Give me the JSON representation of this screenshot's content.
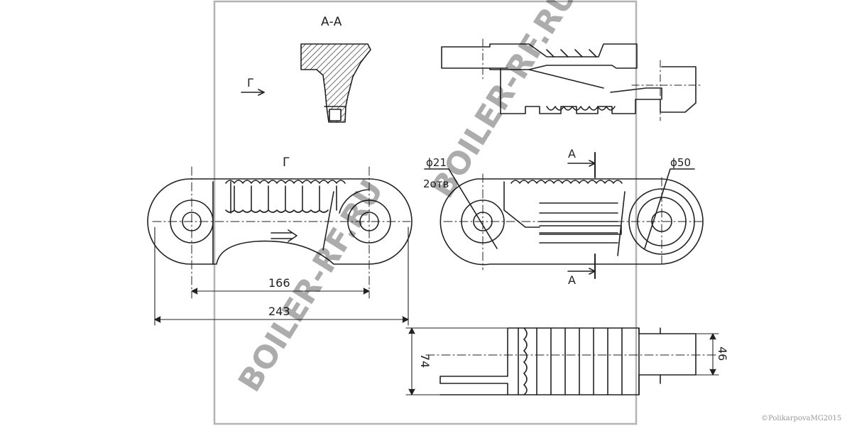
{
  "drawing": {
    "section_label": "А-А",
    "view_label_arrow": "Г",
    "view_label": "Г",
    "cut_label_top": "А",
    "cut_label_bottom": "А",
    "hole_diameter": "ϕ21",
    "hole_count": "2отв",
    "eye_diameter": "ϕ50",
    "dim_pitch": "166",
    "dim_length": "243",
    "dim_height": "74",
    "dim_width": "46"
  },
  "watermarks": [
    "BOILER-RF.RU",
    "BOILER-RF.RU"
  ],
  "copyright": "©PolikarpovaMG2015",
  "colors": {
    "line": "#222222",
    "frame": "#b3b3b3",
    "watermark": "#000000"
  }
}
